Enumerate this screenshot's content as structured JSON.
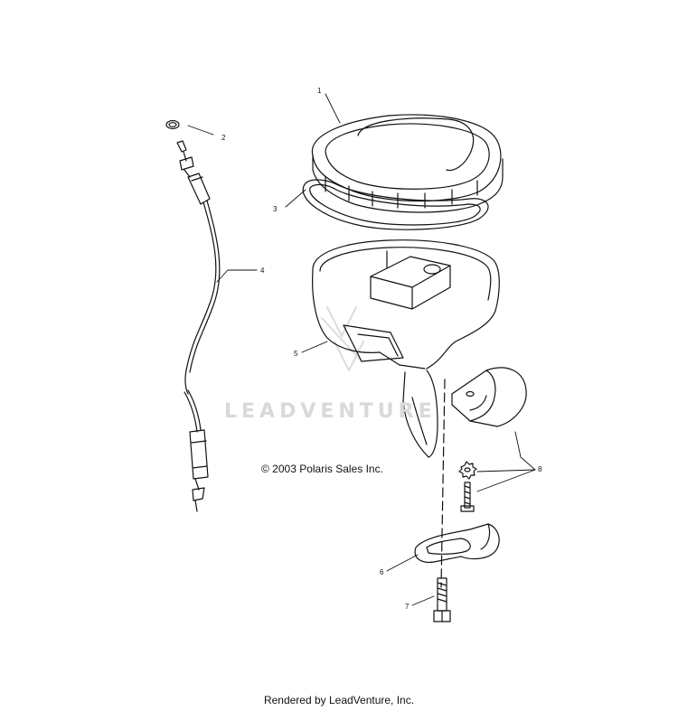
{
  "diagram": {
    "callouts": [
      {
        "id": "1",
        "label": "1"
      },
      {
        "id": "2",
        "label": "2"
      },
      {
        "id": "3",
        "label": "3"
      },
      {
        "id": "4",
        "label": "4"
      },
      {
        "id": "5",
        "label": "5"
      },
      {
        "id": "6",
        "label": "6"
      },
      {
        "id": "7",
        "label": "7"
      },
      {
        "id": "8",
        "label": "8"
      }
    ],
    "copyright": "© 2003 Polaris Sales Inc.",
    "watermark": "LEADVENTURE"
  },
  "footer": {
    "text": "Rendered by LeadVenture, Inc."
  },
  "colors": {
    "line": "#111111",
    "watermark": "#d9d9d9",
    "background": "#ffffff"
  }
}
